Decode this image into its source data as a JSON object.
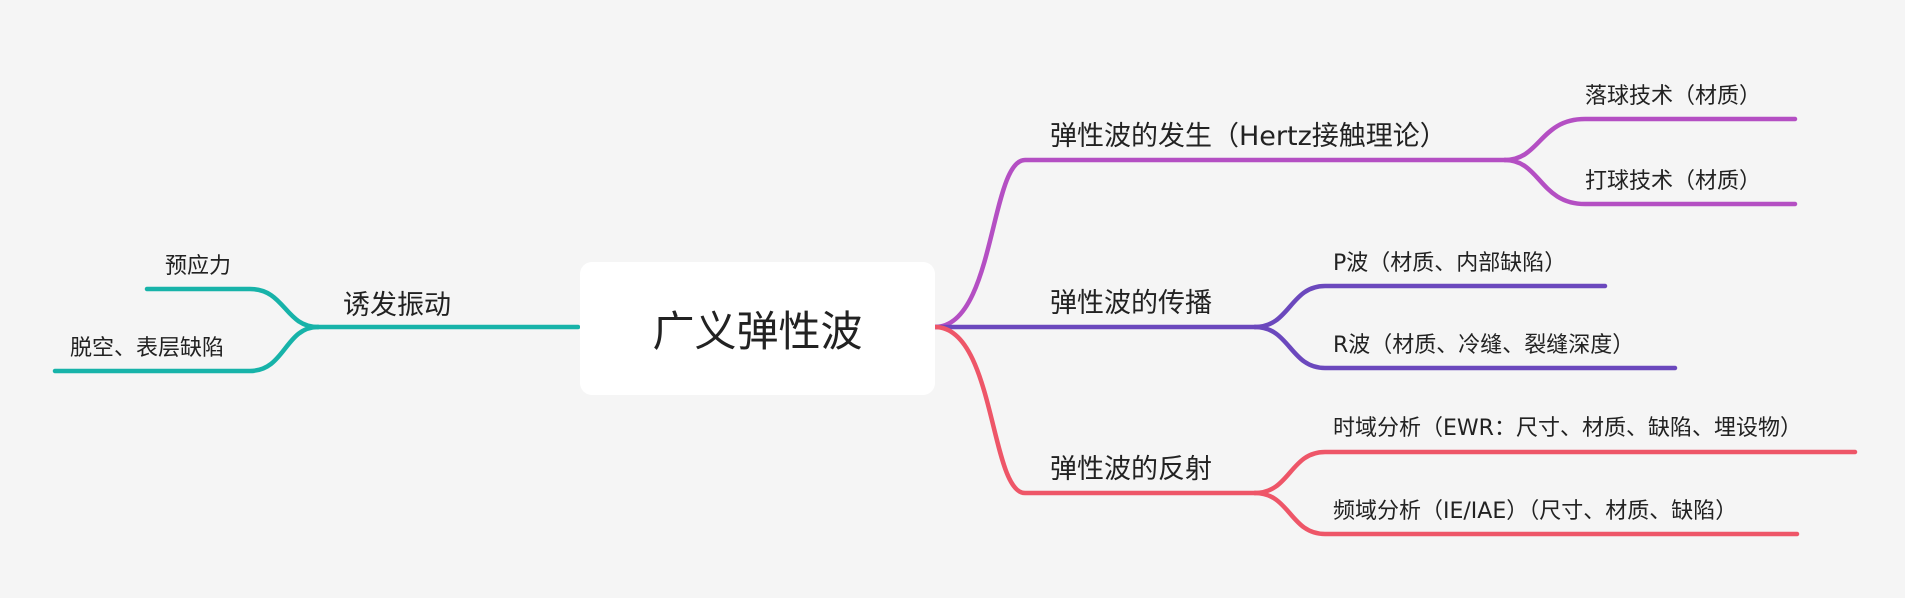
{
  "root": {
    "label": "广义弹性波"
  },
  "branches": [
    {
      "label": "弹性波的发生（Hertz接触理论）",
      "color": "#b44fc3",
      "children": [
        {
          "label": "落球技术（材质）"
        },
        {
          "label": "打球技术（材质）"
        }
      ]
    },
    {
      "label": "弹性波的传播",
      "color": "#6b48bd",
      "children": [
        {
          "label": "P波（材质、内部缺陷）"
        },
        {
          "label": "R波（材质、冷缝、裂缝深度）"
        }
      ]
    },
    {
      "label": "弹性波的反射",
      "color": "#ee5668",
      "children": [
        {
          "label": "时域分析（EWR：尺寸、材质、缺陷、埋设物）"
        },
        {
          "label": "频域分析（IE/IAE）（尺寸、材质、缺陷）"
        }
      ]
    },
    {
      "label": "诱发振动",
      "color": "#17b3a9",
      "children": [
        {
          "label": "预应力"
        },
        {
          "label": "脱空、表层缺陷"
        }
      ]
    }
  ]
}
